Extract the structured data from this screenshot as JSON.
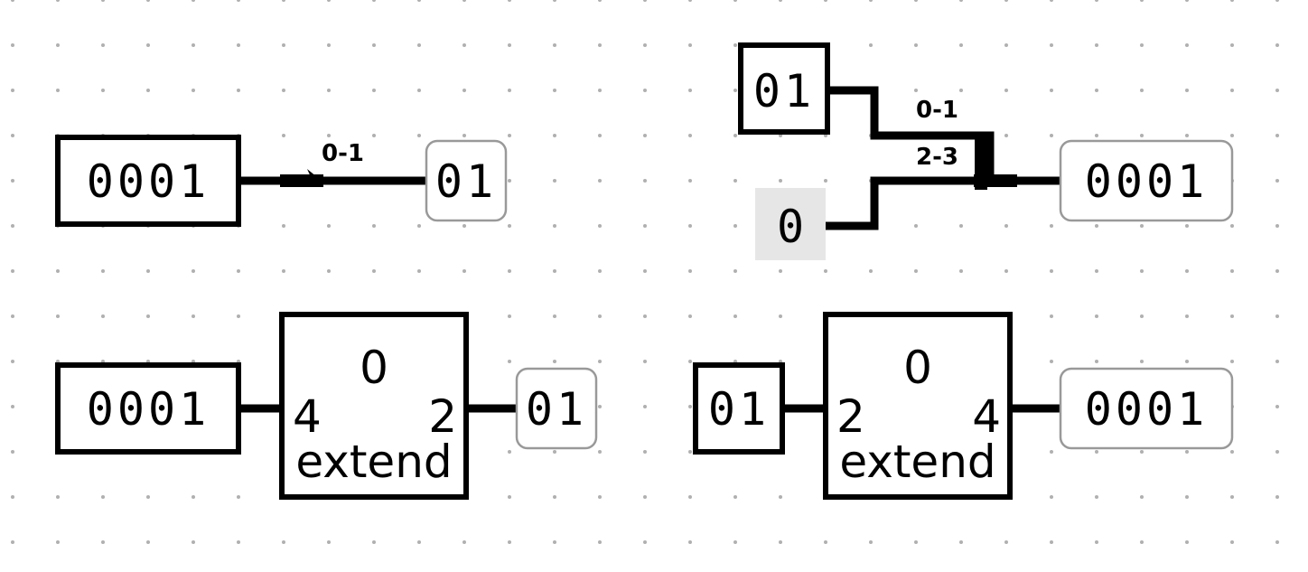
{
  "circuit": {
    "top_left": {
      "input_pin_value": "0001",
      "splitter_label": "0-1",
      "output_probe_value": "01"
    },
    "top_right": {
      "input_pin_value": "01",
      "constant_value": "0",
      "splitter_label_low": "0-1",
      "splitter_label_high": "2-3",
      "output_probe_value": "0001"
    },
    "bottom_left": {
      "input_pin_value": "0001",
      "extender_in_width": "4",
      "extender_out_width": "2",
      "extender_extra": "0",
      "extender_name": "extend",
      "output_probe_value": "01"
    },
    "bottom_right": {
      "input_pin_value": "01",
      "extender_in_width": "2",
      "extender_out_width": "4",
      "extender_extra": "0",
      "extender_name": "extend",
      "output_probe_value": "0001"
    }
  }
}
